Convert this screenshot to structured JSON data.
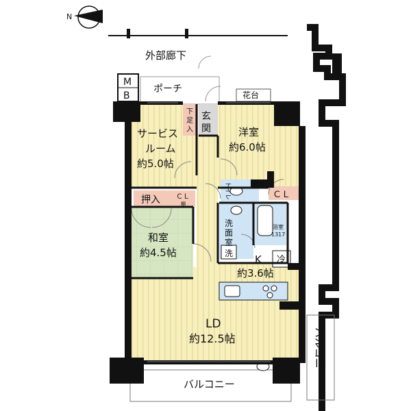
{
  "compass": {
    "label": "N"
  },
  "labels": {
    "corridor": "外部廊下",
    "porch": "ポーチ",
    "mb_m": "M",
    "mb_b": "B",
    "flower_stand": "花台",
    "genkan_1": "玄",
    "genkan_2": "関",
    "shoe_1": "下",
    "shoe_2": "足",
    "shoe_3": "入",
    "service_1": "サービス",
    "service_2": "ルーム",
    "service_3": "約5.0帖",
    "western_1": "洋室",
    "western_2": "約6.0帖",
    "oshiire": "押入",
    "cl_small": "ＣＬ",
    "cl_small_note": "棚",
    "cl_right": "ＣＬ",
    "toilet": "トイレ",
    "washroom_1": "洗",
    "washroom_2": "面",
    "washroom_3": "室",
    "bath_1": "浴室",
    "bath_2": "1317",
    "washer": "洗",
    "washitsu_1": "和室",
    "washitsu_2": "約4.5帖",
    "kitchen_1": "K",
    "kitchen_2": "約3.6帖",
    "fridge": "冷",
    "ld_1": "LD",
    "ld_2": "約12.5帖",
    "balcony_bottom": "バルコニー",
    "balcony_right": "バルコニー"
  },
  "colors": {
    "wall": "#111111",
    "room_yellow": "#f7efbd",
    "stripe": "#e9dd9c",
    "washitsu": "#d6e6c3",
    "storage": "#f4c9b8",
    "wet": "#cfe5f5",
    "genkan": "#d9d9d9"
  }
}
